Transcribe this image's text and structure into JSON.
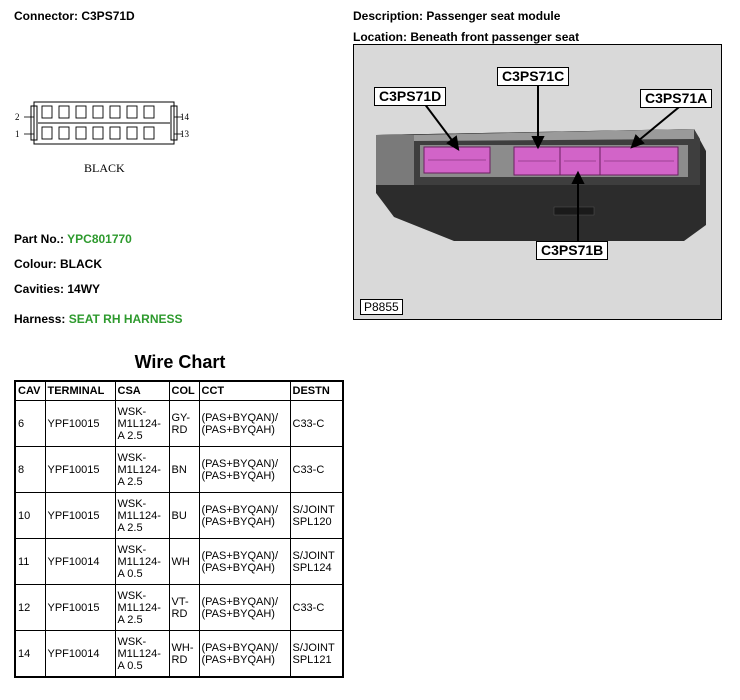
{
  "connector": {
    "label": "Connector:",
    "value": "C3PS71D",
    "pin_labels": {
      "top_left": "2",
      "bottom_left": "1",
      "top_right": "14",
      "bottom_right": "13"
    },
    "color_caption": "BLACK"
  },
  "description": {
    "label": "Description:",
    "value": "Passenger seat module"
  },
  "location": {
    "label": "Location:",
    "value": "Beneath front passenger seat"
  },
  "photo": {
    "callouts": {
      "d": "C3PS71D",
      "c": "C3PS71C",
      "a": "C3PS71A",
      "b": "C3PS71B"
    },
    "figure_id": "P8855"
  },
  "part_no": {
    "label": "Part No.:",
    "value": "YPC801770"
  },
  "colour": {
    "label": "Colour:",
    "value": "BLACK"
  },
  "cavities": {
    "label": "Cavities:",
    "value": "14WY"
  },
  "harness": {
    "label": "Harness:",
    "value": "SEAT RH HARNESS"
  },
  "wire_chart": {
    "title": "Wire Chart",
    "headers": [
      "CAV",
      "TERMINAL",
      "CSA",
      "COL",
      "CCT",
      "DESTN"
    ],
    "rows": [
      [
        "6",
        "YPF10015",
        "WSK-\nM1L124-\nA 2.5",
        "GY-\nRD",
        "(PAS+BYQAN)/\n(PAS+BYQAH)",
        "C33-C"
      ],
      [
        "8",
        "YPF10015",
        "WSK-\nM1L124-\nA 2.5",
        "BN",
        "(PAS+BYQAN)/\n(PAS+BYQAH)",
        "C33-C"
      ],
      [
        "10",
        "YPF10015",
        "WSK-\nM1L124-\nA 2.5",
        "BU",
        "(PAS+BYQAN)/\n(PAS+BYQAH)",
        "S/JOINT\nSPL120"
      ],
      [
        "11",
        "YPF10014",
        "WSK-\nM1L124-\nA 0.5",
        "WH",
        "(PAS+BYQAN)/\n(PAS+BYQAH)",
        "S/JOINT\nSPL124"
      ],
      [
        "12",
        "YPF10015",
        "WSK-\nM1L124-\nA 2.5",
        "VT-\nRD",
        "(PAS+BYQAN)/\n(PAS+BYQAH)",
        "C33-C"
      ],
      [
        "14",
        "YPF10014",
        "WSK-\nM1L124-\nA 0.5",
        "WH-\nRD",
        "(PAS+BYQAN)/\n(PAS+BYQAH)",
        "S/JOINT\nSPL121"
      ]
    ]
  },
  "colors": {
    "accent_green": "#2e9a2e",
    "connector_pink": "#d264c8"
  }
}
